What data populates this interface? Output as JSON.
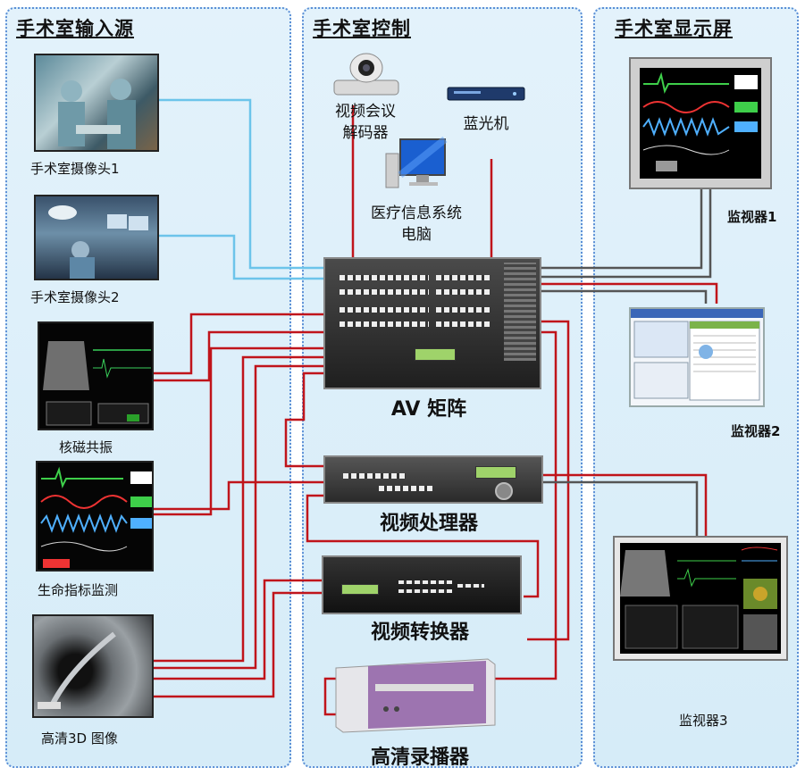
{
  "columns": {
    "inputs": {
      "title": "手术室输入源"
    },
    "control": {
      "title": "手术室控制"
    },
    "displays": {
      "title": "手术室显示屏"
    }
  },
  "sources": [
    {
      "label": "手术室摄像头1"
    },
    {
      "label": "手术室摄像头2"
    },
    {
      "label": "核磁共振"
    },
    {
      "label": "生命指标监测"
    },
    {
      "label": "高清3D 图像"
    }
  ],
  "control": {
    "video_conf": {
      "line1": "视频会议",
      "line2": "解码器"
    },
    "bluray": "蓝光机",
    "his_pc": {
      "line1": "医疗信息系统",
      "line2": "电脑"
    },
    "av_matrix": "AV 矩阵",
    "video_processor": "视频处理器",
    "video_switcher": "视频转换器",
    "hd_recorder": "高清录播器"
  },
  "displays": [
    {
      "label": "监视器1"
    },
    {
      "label": "监视器2"
    },
    {
      "label": "监视器3"
    }
  ],
  "colors": {
    "red_wire": "#c0141b",
    "blue_wire": "#6cc4ea",
    "grey_wire": "#555555",
    "border": "#5b8fd6"
  }
}
